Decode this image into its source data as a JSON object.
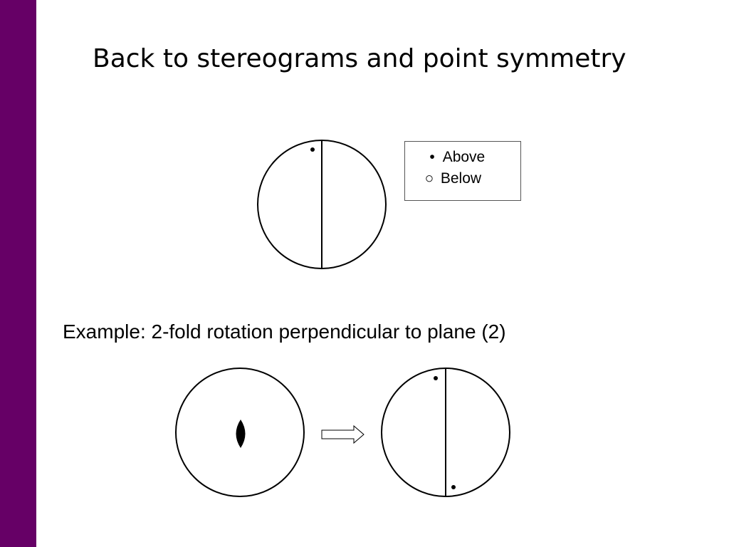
{
  "slide": {
    "title": "Back to stereograms and point symmetry",
    "accent_color": "#660066"
  },
  "legend": {
    "above": {
      "symbol": "•",
      "label": "Above"
    },
    "below": {
      "symbol": "○",
      "label": "Below"
    }
  },
  "example": {
    "text": "Example: 2-fold rotation perpendicular to plane  (2)"
  },
  "icons": {
    "twofold_axis": "lens-shaped 2-fold rotation symbol",
    "arrow": "right-pointing hollow arrow"
  }
}
